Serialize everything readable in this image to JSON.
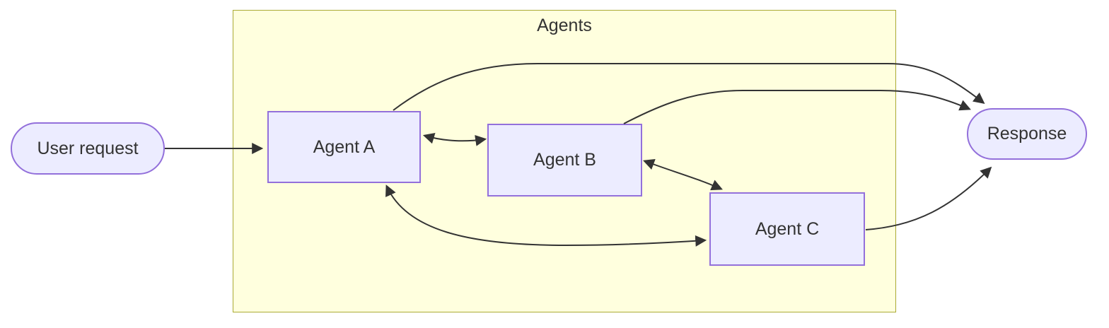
{
  "diagram": {
    "type": "flowchart",
    "direction": "left-to-right",
    "cluster": {
      "label": "Agents"
    },
    "nodes": {
      "user_request": {
        "label": "User request",
        "shape": "stadium"
      },
      "agent_a": {
        "label": "Agent A",
        "shape": "rectangle",
        "cluster": "Agents"
      },
      "agent_b": {
        "label": "Agent B",
        "shape": "rectangle",
        "cluster": "Agents"
      },
      "agent_c": {
        "label": "Agent C",
        "shape": "rectangle",
        "cluster": "Agents"
      },
      "response": {
        "label": "Response",
        "shape": "stadium"
      }
    },
    "edges": [
      {
        "from": "user_request",
        "to": "agent_a",
        "type": "arrow"
      },
      {
        "from": "agent_a",
        "to": "agent_b",
        "type": "bidirectional"
      },
      {
        "from": "agent_b",
        "to": "agent_c",
        "type": "bidirectional"
      },
      {
        "from": "agent_a",
        "to": "agent_c",
        "type": "bidirectional"
      },
      {
        "from": "agent_a",
        "to": "response",
        "type": "arrow"
      },
      {
        "from": "agent_b",
        "to": "response",
        "type": "arrow"
      },
      {
        "from": "agent_c",
        "to": "response",
        "type": "arrow"
      }
    ],
    "colors": {
      "node_fill": "#ECECFF",
      "node_border": "#9370DB",
      "cluster_fill": "#FFFFDE",
      "cluster_border": "#AAAA33",
      "edge_color": "#333333",
      "text_color": "#333333",
      "canvas_bg": "#FFFFFF"
    }
  }
}
